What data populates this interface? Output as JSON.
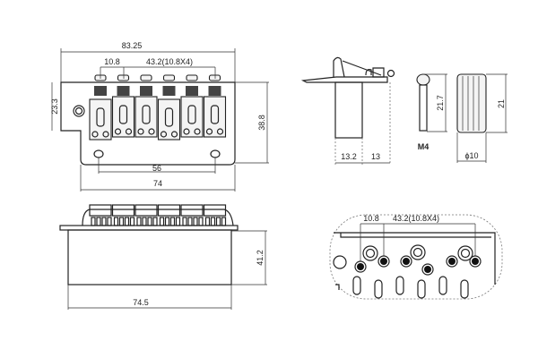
{
  "top_view": {
    "overall_width": "83.25",
    "string_offset": "10.8",
    "string_spacing": "43.2(10.8X4)",
    "left_step": "23.3",
    "plate_depth": "38.8",
    "mount_hole_spacing": "56",
    "plate_width": "74"
  },
  "front_view": {
    "block_height": "41.2",
    "block_width": "74.5"
  },
  "side_view": {
    "block_depth": "13.2",
    "rear_offset": "13"
  },
  "arm_pin": {
    "length": "21.7",
    "thread": "M4"
  },
  "arm_tip": {
    "length": "21",
    "diameter": "ϕ10"
  },
  "bottom_view": {
    "string_offset": "10.8",
    "string_spacing": "43.2(10.8X4)"
  }
}
